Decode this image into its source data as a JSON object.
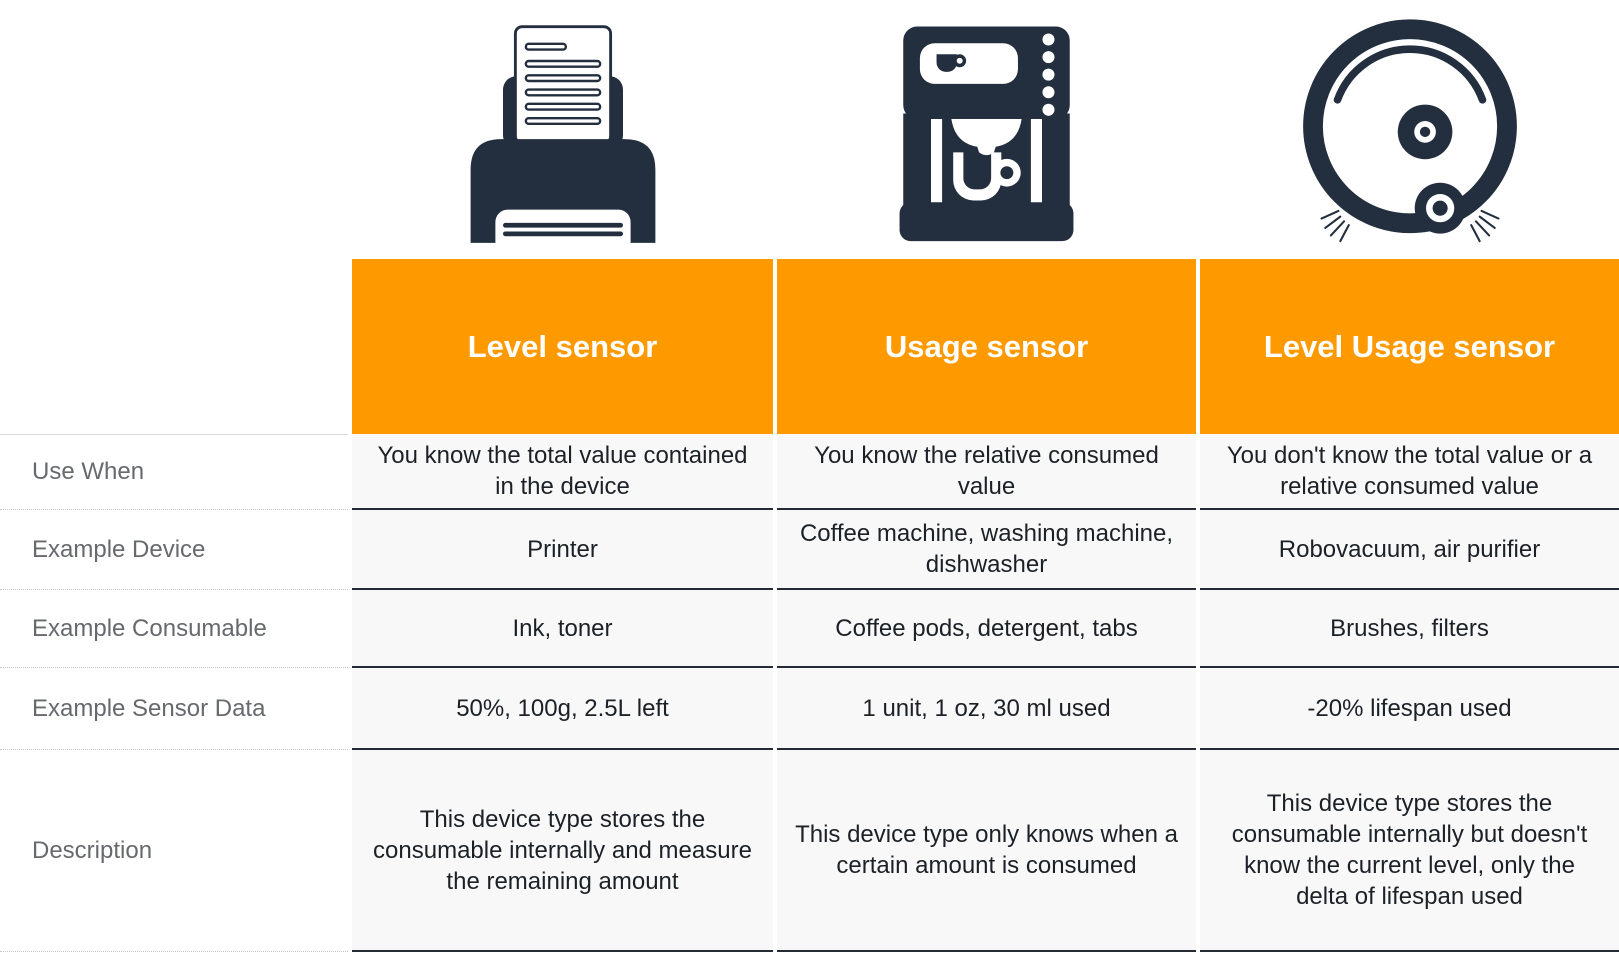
{
  "theme": {
    "accent_orange": "#FF9900",
    "icon_navy": "#232F3E",
    "cell_bg": "#F8F8F8",
    "label_gray": "#67696D",
    "cell_text": "#1C2127",
    "dark_border": "#262B33"
  },
  "table": {
    "row_labels": [
      "Use When",
      "Example Device",
      "Example Consumable",
      "Example Sensor Data",
      "Description"
    ],
    "columns": [
      {
        "header": "Level sensor",
        "icon": "printer-icon",
        "cells": [
          "You know the total value contained in the device",
          "Printer",
          "Ink, toner",
          "50%, 100g, 2.5L left",
          "This device type stores the consumable internally and measure the remaining amount"
        ]
      },
      {
        "header": "Usage sensor",
        "icon": "coffee-machine-icon",
        "cells": [
          "You know the relative consumed value",
          "Coffee machine, washing machine, dishwasher",
          "Coffee pods, detergent, tabs",
          "1 unit, 1 oz, 30 ml used",
          "This device type only knows when a certain amount is consumed"
        ]
      },
      {
        "header": "Level Usage sensor",
        "icon": "robovacuum-icon",
        "cells": [
          "You don't know the total value or a relative consumed value",
          "Robovacuum, air purifier",
          "Brushes, filters",
          "-20% lifespan used",
          "This device type stores the consumable internally but doesn't know the current level, only the delta of lifespan used"
        ]
      }
    ]
  }
}
